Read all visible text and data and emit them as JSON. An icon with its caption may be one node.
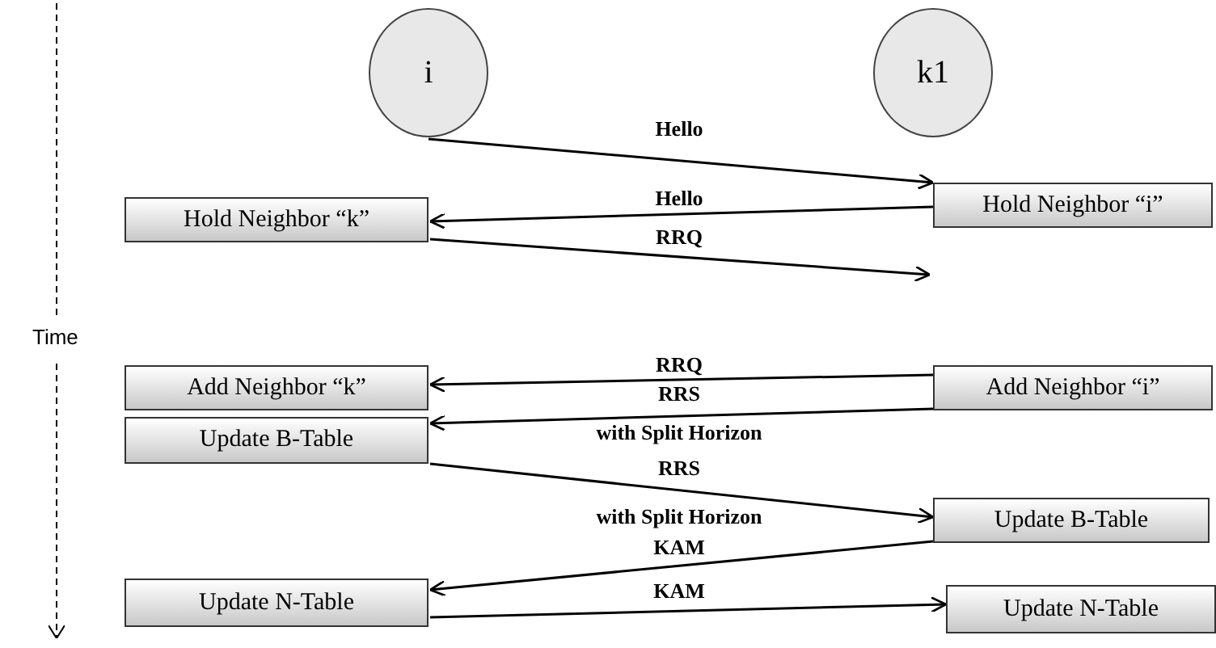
{
  "diagram": {
    "nodes": [
      {
        "text": [
          "i"
        ]
      },
      {
        "text": [
          "k1"
        ]
      },
      {
        "text": [
          "Hold Neighbor “k”"
        ]
      },
      {
        "text": [
          "Hold Neighbor “i”"
        ]
      },
      {
        "text": [
          "Add Neighbor “k”"
        ]
      },
      {
        "text": [
          "Add Neighbor “i”"
        ]
      },
      {
        "text": [
          "Update B-Table"
        ]
      },
      {
        "text": [
          "Update B-Table"
        ]
      },
      {
        "text": [
          "Update N-Table"
        ]
      },
      {
        "text": [
          "Update N-Table"
        ]
      }
    ],
    "edges": [
      {
        "from": 0,
        "to": 3,
        "arrow": "to",
        "label": "Hello"
      },
      {
        "from": 3,
        "to": 2,
        "arrow": "to",
        "label": "Hello"
      },
      {
        "from": 2,
        "to": null,
        "arrow": "to",
        "label": "RRQ"
      },
      {
        "from": 5,
        "to": 4,
        "arrow": "to",
        "label": "RRQ"
      },
      {
        "from": 5,
        "to": 6,
        "arrow": "to",
        "label": "RRS with Split Horizon"
      },
      {
        "from": 6,
        "to": 7,
        "arrow": "to",
        "label": "RRS with Split Horizon"
      },
      {
        "from": 7,
        "to": 8,
        "arrow": "to",
        "label": "KAM"
      },
      {
        "from": 8,
        "to": 9,
        "arrow": "to",
        "label": "KAM"
      }
    ],
    "labels": [
      "Time"
    ]
  }
}
